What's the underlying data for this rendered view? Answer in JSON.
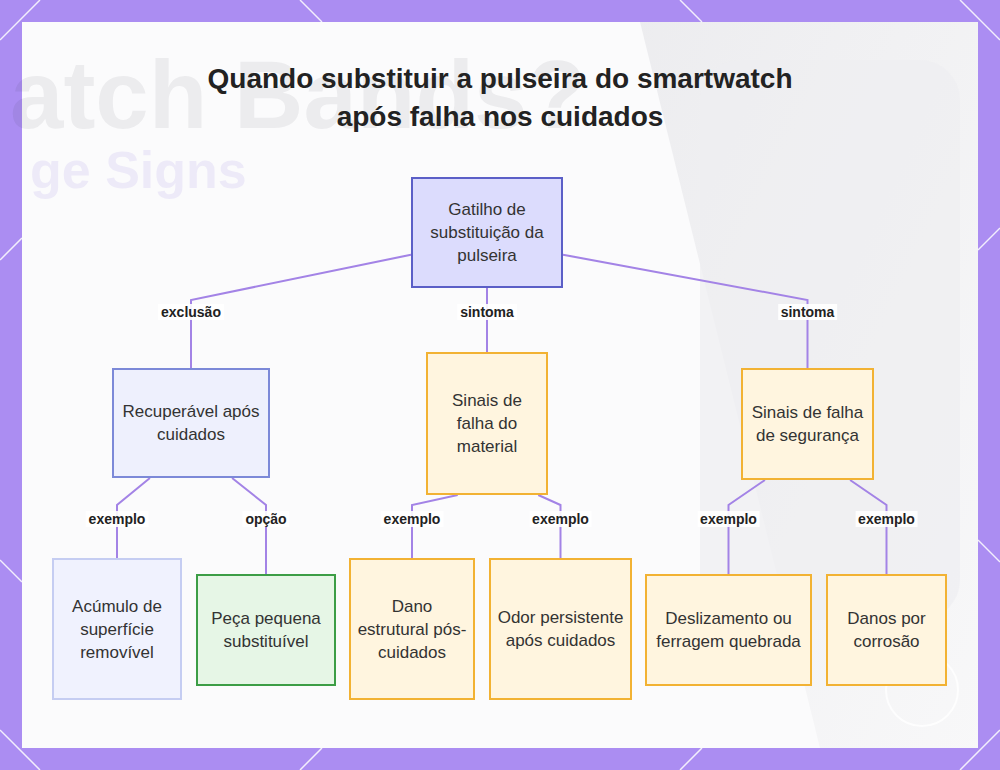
{
  "diagram": {
    "title": "Quando substituir a pulseira do smartwatch após falha nos cuidados",
    "nodes": [
      {
        "text": [
          "Gatilho de substituição da pulseira"
        ]
      },
      {
        "text": [
          "Recuperável após cuidados"
        ]
      },
      {
        "text": [
          "Sinais de falha do material"
        ]
      },
      {
        "text": [
          "Sinais de falha de segurança"
        ]
      },
      {
        "text": [
          "Acúmulo de superfície removível"
        ]
      },
      {
        "text": [
          "Peça pequena substituível"
        ]
      },
      {
        "text": [
          "Dano estrutural pós-cuidados"
        ]
      },
      {
        "text": [
          "Odor persistente após cuidados"
        ]
      },
      {
        "text": [
          "Deslizamento ou ferragem quebrada"
        ]
      },
      {
        "text": [
          "Danos por corrosão"
        ]
      }
    ],
    "edges": [
      {
        "from": 0,
        "to": 1,
        "arrow": "none",
        "label": "exclusão"
      },
      {
        "from": 0,
        "to": 2,
        "arrow": "none",
        "label": "sintoma"
      },
      {
        "from": 0,
        "to": 3,
        "arrow": "none",
        "label": "sintoma"
      },
      {
        "from": 1,
        "to": 4,
        "arrow": "none",
        "label": "exemplo"
      },
      {
        "from": 1,
        "to": 5,
        "arrow": "none",
        "label": "opção"
      },
      {
        "from": 2,
        "to": 6,
        "arrow": "none",
        "label": "exemplo"
      },
      {
        "from": 2,
        "to": 7,
        "arrow": "none",
        "label": "exemplo"
      },
      {
        "from": 3,
        "to": 8,
        "arrow": "none",
        "label": "exemplo"
      },
      {
        "from": 3,
        "to": 9,
        "arrow": "none",
        "label": "exemplo"
      }
    ],
    "labels": [
      "atch Bands?",
      "ge Signs"
    ]
  }
}
